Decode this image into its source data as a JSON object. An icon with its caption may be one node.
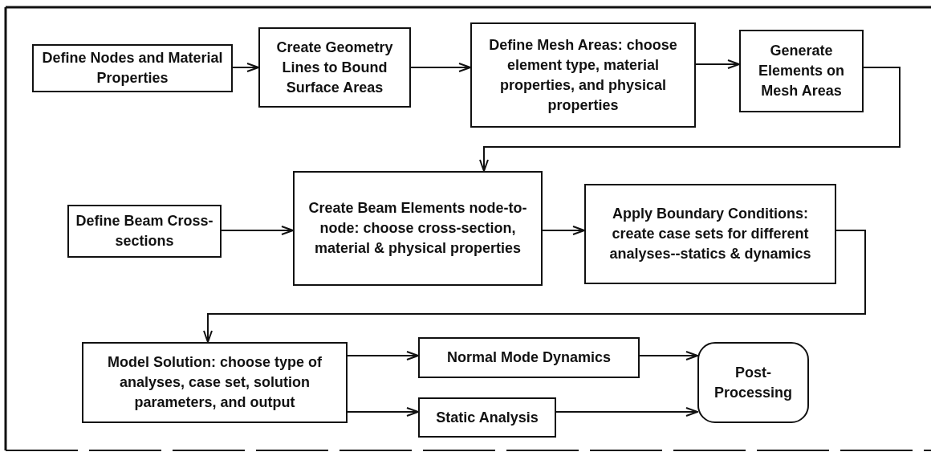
{
  "diagram": {
    "nodes": [
      {
        "text": [
          "Define Nodes and Material Properties"
        ]
      },
      {
        "text": [
          "Create Geometry Lines to Bound Surface Areas"
        ]
      },
      {
        "text": [
          "Define Mesh Areas: choose element type, material properties, and physical properties"
        ]
      },
      {
        "text": [
          "Generate Elements on Mesh Areas"
        ]
      },
      {
        "text": [
          "Define Beam Cross-sections"
        ]
      },
      {
        "text": [
          "Create Beam Elements node-to-node: choose cross-section, material & physical properties"
        ]
      },
      {
        "text": [
          "Apply Boundary Conditions: create case sets for different analyses--statics & dynamics"
        ]
      },
      {
        "text": [
          "Model Solution:  choose type of analyses, case set, solution parameters, and output"
        ]
      },
      {
        "text": [
          "Normal Mode Dynamics"
        ]
      },
      {
        "text": [
          "Static Analysis"
        ]
      },
      {
        "text": [
          "Post-Processing"
        ]
      }
    ],
    "edges": [
      {
        "from": 0,
        "to": 1,
        "arrow": "to"
      },
      {
        "from": 1,
        "to": 2,
        "arrow": "to"
      },
      {
        "from": 2,
        "to": 3,
        "arrow": "to"
      },
      {
        "from": 3,
        "to": 5,
        "arrow": "to"
      },
      {
        "from": 4,
        "to": 5,
        "arrow": "to"
      },
      {
        "from": 5,
        "to": 6,
        "arrow": "to"
      },
      {
        "from": 6,
        "to": 7,
        "arrow": "to"
      },
      {
        "from": 7,
        "to": 8,
        "arrow": "to"
      },
      {
        "from": 7,
        "to": 9,
        "arrow": "to"
      },
      {
        "from": 8,
        "to": 10,
        "arrow": "to"
      },
      {
        "from": 9,
        "to": 10,
        "arrow": "to"
      }
    ]
  }
}
